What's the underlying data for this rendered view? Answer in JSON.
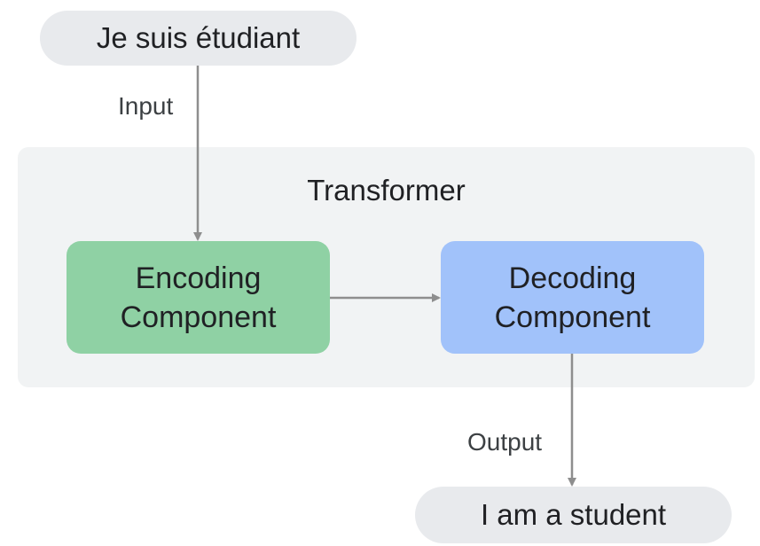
{
  "input_text": "Je suis étudiant",
  "input_label": "Input",
  "transformer_title": "Transformer",
  "encoder": {
    "line1": "Encoding",
    "line2": "Component"
  },
  "decoder": {
    "line1": "Decoding",
    "line2": "Component"
  },
  "output_label": "Output",
  "output_text": "I am a student",
  "colors": {
    "pill": "#e8eaed",
    "panel": "#f1f3f4",
    "encoder": "#8fd1a4",
    "decoder": "#a1c2fa",
    "arrow": "#8e8e8e"
  }
}
